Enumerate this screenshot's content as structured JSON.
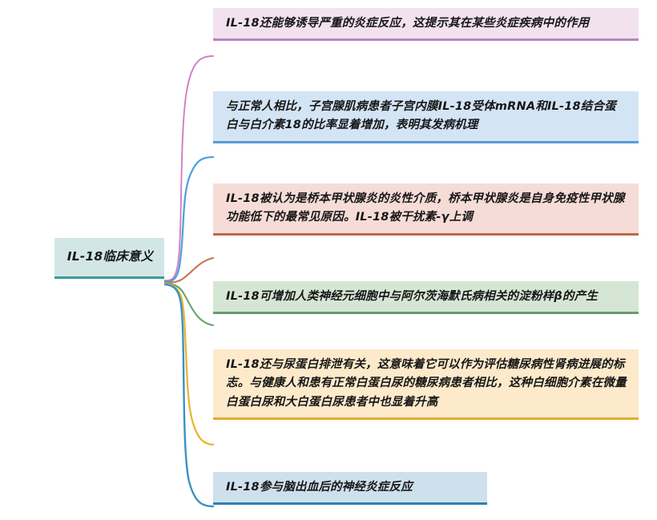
{
  "diagram": {
    "type": "mind-map",
    "orientation": "left-root-right-branches",
    "root": {
      "label": "IL-18临床意义",
      "fill_color": "#d3e6e6",
      "accent_color": "#3e9a9c"
    },
    "branches": [
      {
        "id": "branch-0",
        "text": "IL-18还能够诱导严重的炎症反应，这提示其在某些炎症疾病中的作用",
        "fill_color": "#f2e2f0",
        "accent_color": "#b785bd",
        "connector_color": "#d07ec4"
      },
      {
        "id": "branch-1",
        "text": "与正常人相比，子宫腺肌病患者子宫内膜IL-18受体mRNA和IL-18结合蛋白与白介素18的比率显着增加，表明其发病机理",
        "fill_color": "#d3e4f5",
        "accent_color": "#5b9bd5",
        "connector_color": "#4da3dd"
      },
      {
        "id": "branch-2",
        "text": "IL-18被认为是桥本甲状腺炎的炎性介质，桥本甲状腺炎是自身免疫性甲状腺功能低下的最常见原因。IL-18被干扰素-γ上调",
        "fill_color": "#f6dcd6",
        "accent_color": "#c0674e",
        "connector_color": "#cb7455"
      },
      {
        "id": "branch-3",
        "text": "IL-18可增加人类神经元细胞中与阿尔茨海默氏病相关的淀粉样β的产生",
        "fill_color": "#d6e6d4",
        "accent_color": "#6b9a69",
        "connector_color": "#6aa36c"
      },
      {
        "id": "branch-4",
        "text": "IL-18还与尿蛋白排泄有关，这意味着它可以作为评估糖尿病性肾病进展的标志。与健康人和患有正常白蛋白尿的糖尿病患者相比，这种白细胞介素在微量白蛋白尿和大白蛋白尿患者中也显着升高",
        "fill_color": "#fdeacb",
        "accent_color": "#e0ae2b",
        "connector_color": "#eab733"
      },
      {
        "id": "branch-5",
        "text": "IL-18参与脑出血后的神经炎症反应",
        "fill_color": "#cfe0ed",
        "accent_color": "#2f80b0",
        "connector_color": "#3a91c4"
      }
    ]
  }
}
